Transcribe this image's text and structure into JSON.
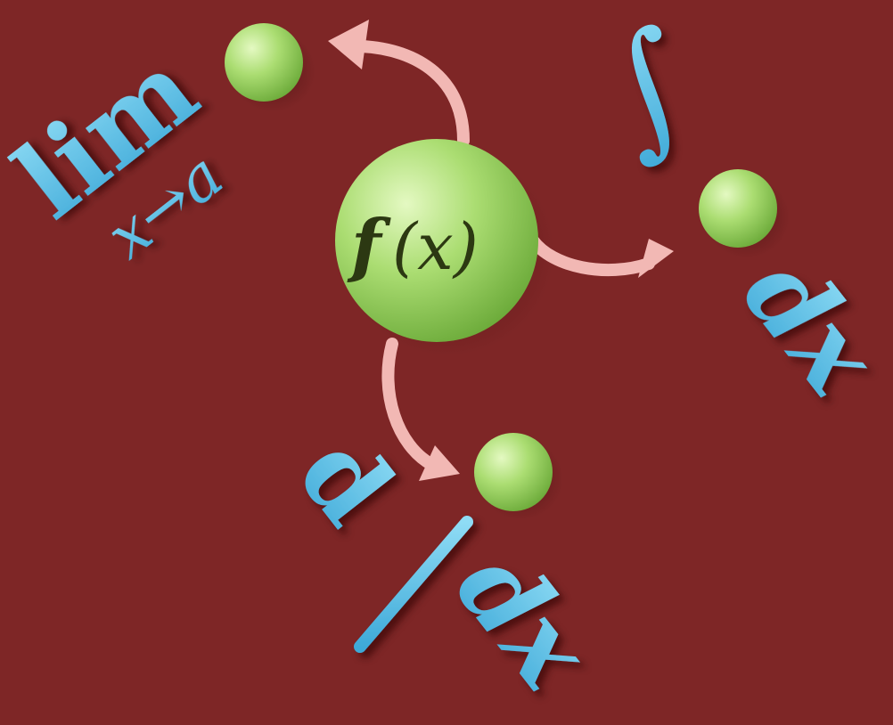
{
  "diagram": {
    "center": {
      "function_label": "f",
      "argument_label": "(x)"
    },
    "limit": {
      "lim_label": "lim",
      "subscript_label": "x→a"
    },
    "integral": {
      "integral_sign": "∫",
      "differential_label": "dx"
    },
    "derivative": {
      "numerator_label": "d",
      "denominator_label": "dx"
    }
  },
  "colors": {
    "background": "#7e2626",
    "sphere_light": "#d9f5b0",
    "sphere_mid": "#a8dc6f",
    "sphere_dark": "#6fae3a",
    "arrow": "#f2b8b4",
    "symbol": "#5fc3e6"
  }
}
